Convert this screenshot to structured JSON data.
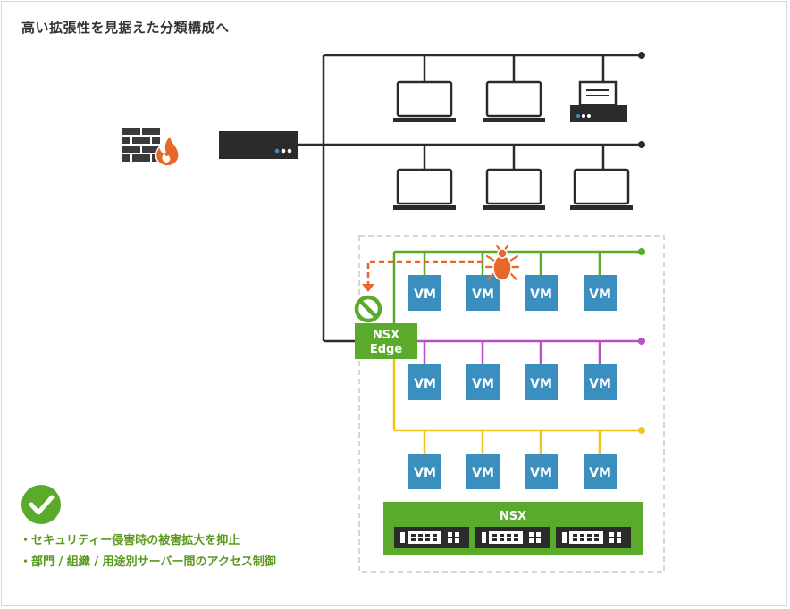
{
  "title": "高い拡張性を見据えた分類構成へ",
  "vm_label": "VM",
  "edge": {
    "line1": "NSX",
    "line2": "Edge"
  },
  "nsx_label": "NSX",
  "benefits": [
    "・セキュリティー侵害時の被害拡大を抑止",
    "・部門 / 組織 / 用途別サーバー間のアクセス制御"
  ],
  "colors": {
    "green": "#5aaa2c",
    "purple": "#b84fc7",
    "yellow": "#f0c419",
    "vm_blue": "#3a8fbf",
    "attack": "#e8672a",
    "line_dark": "#2b2b2b",
    "benefit_green": "#5a9a1f"
  }
}
